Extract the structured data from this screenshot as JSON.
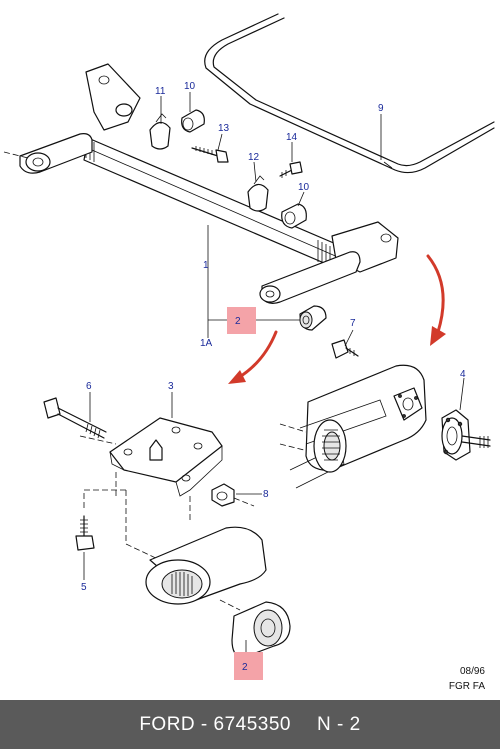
{
  "callouts": {
    "c1": "1",
    "c1a": "1A",
    "c2a": "2",
    "c2b": "2",
    "c3": "3",
    "c4": "4",
    "c5": "5",
    "c6": "6",
    "c7": "7",
    "c8": "8",
    "c9": "9",
    "c10a": "10",
    "c10b": "10",
    "c11": "11",
    "c12": "12",
    "c13": "13",
    "c14": "14"
  },
  "meta": {
    "date": "08/96",
    "codes": "FGR  FA"
  },
  "footer": {
    "brand": "FORD",
    "separator": " - ",
    "part_number": "6745350",
    "quantity": "N - 2"
  },
  "colors": {
    "callout": "#1a2a9a",
    "highlight": "#f4a3a8",
    "arrow": "#d23a2a",
    "footer_bg": "#5a5a5a"
  }
}
